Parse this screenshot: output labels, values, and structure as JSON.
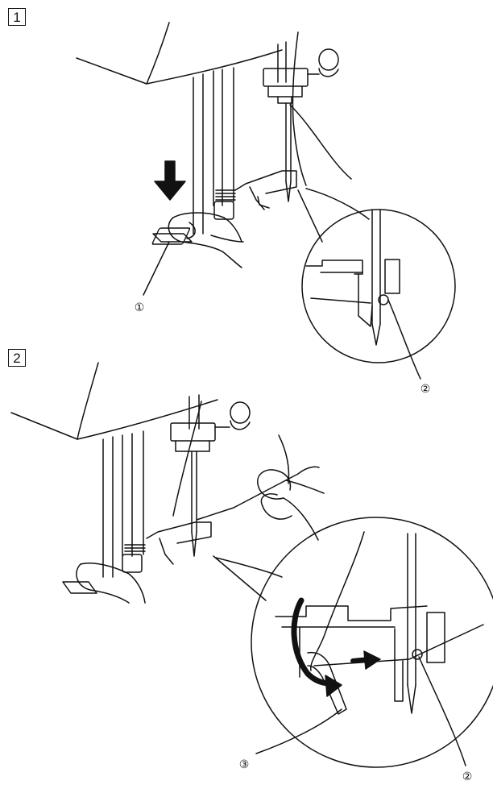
{
  "steps": [
    {
      "number": "1",
      "callouts": [
        "①",
        "②"
      ]
    },
    {
      "number": "2",
      "callouts": [
        "③",
        "②"
      ]
    }
  ]
}
